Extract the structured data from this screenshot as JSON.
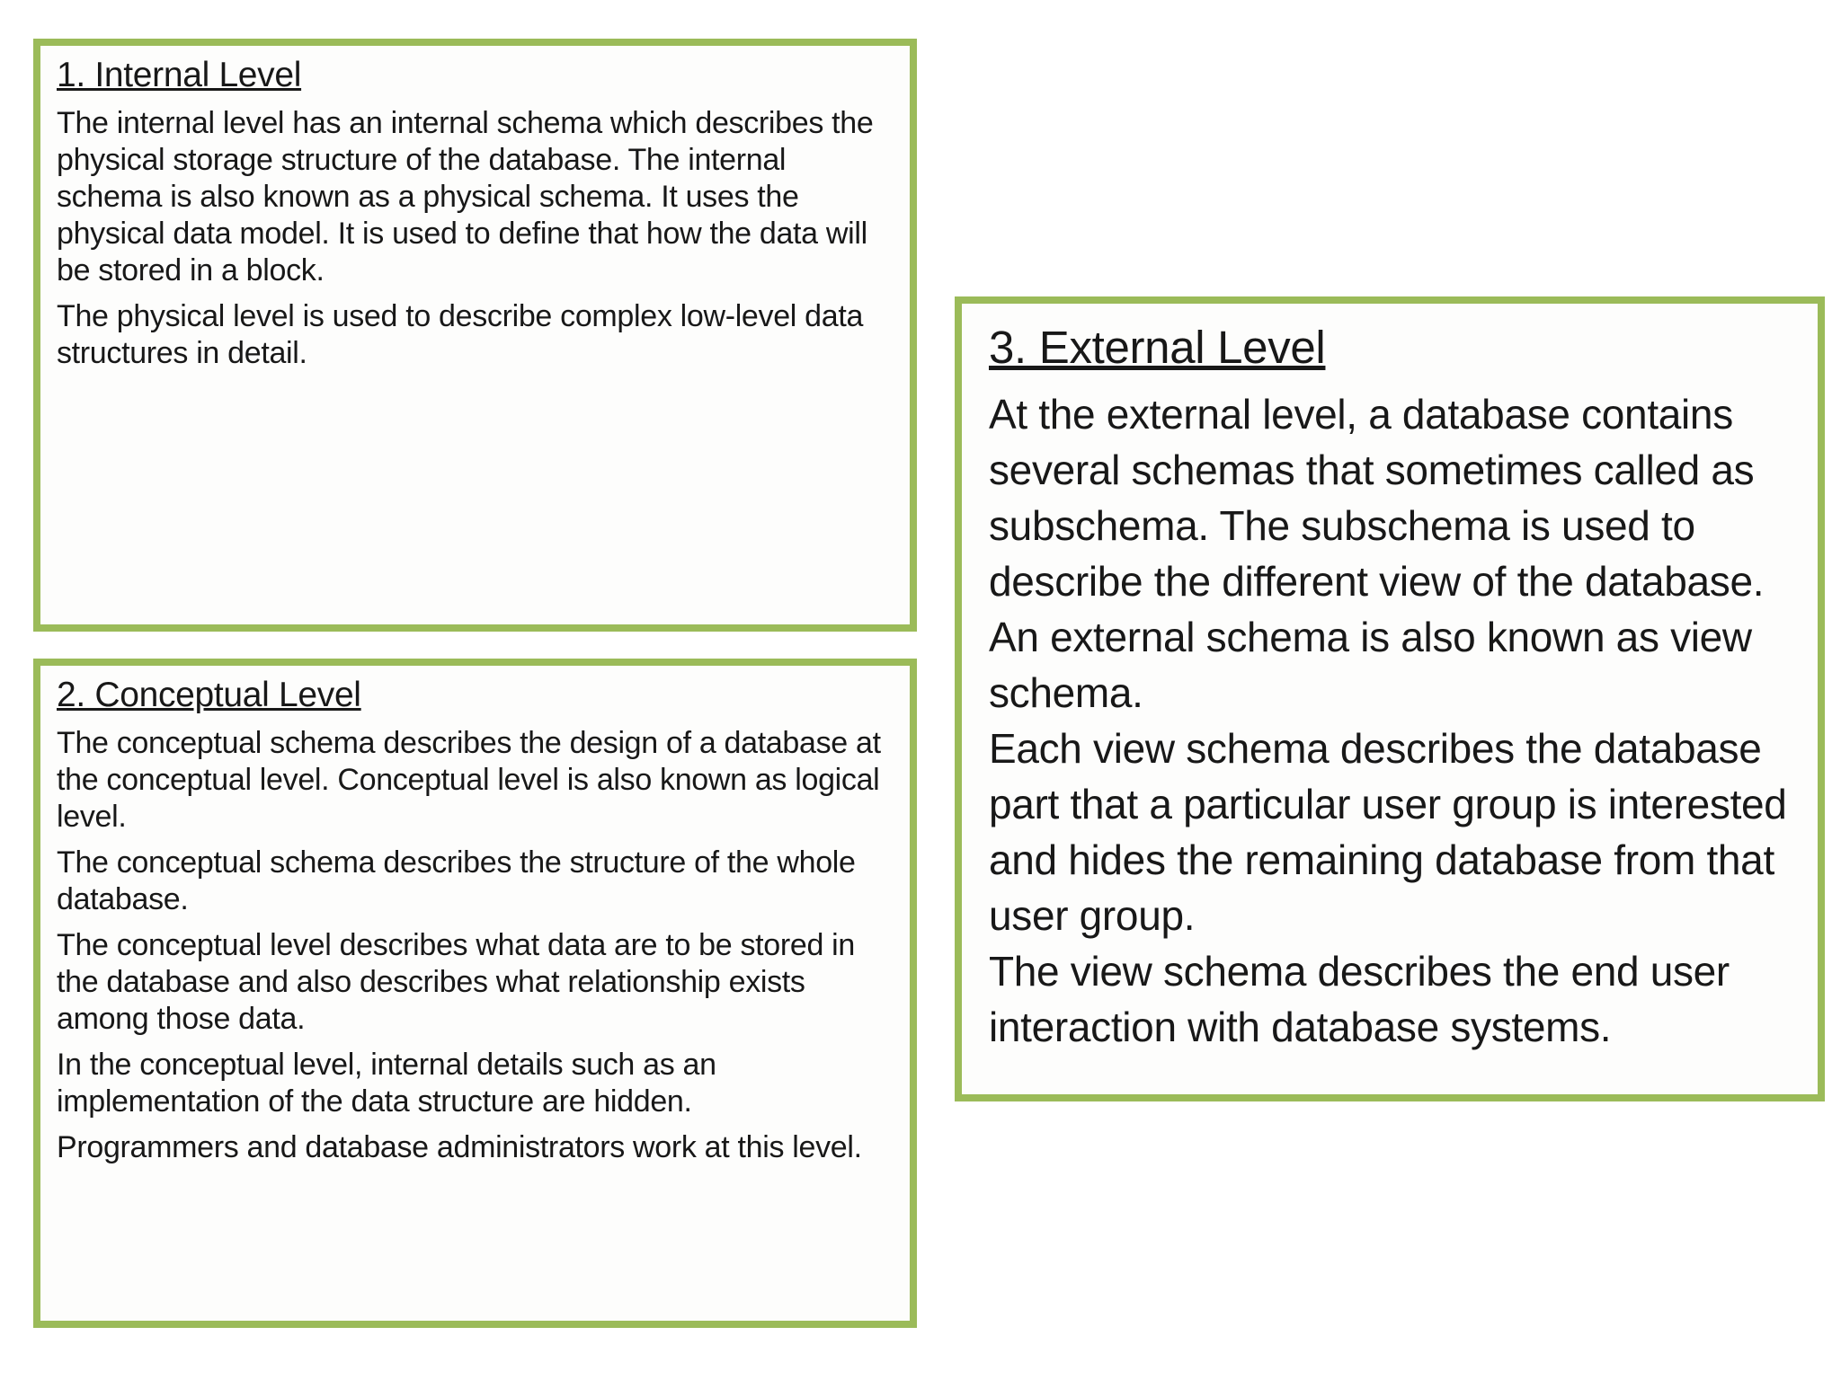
{
  "page": {
    "background_color": "#ffffff",
    "panel_border_color": "#9bbb59",
    "text_color": "#181818"
  },
  "boxes": [
    {
      "heading": "1. Internal Level",
      "paragraphs": [
        "The internal level has an internal schema which describes the physical storage structure of the database. The internal schema is also known as a physical schema. It uses the physical data model. It is used to define that how the data will be stored in a block.",
        "The physical level is used to describe complex low-level data structures in detail."
      ]
    },
    {
      "heading": "2. Conceptual Level",
      "paragraphs": [
        "The conceptual schema describes the design of a database at the conceptual level. Conceptual level is also known as logical level.",
        "The conceptual schema describes the structure of the whole database.",
        "The conceptual level describes what data are to be stored in the database and also describes what relationship exists among those data.",
        "In the conceptual level, internal details such as an implementation of the data structure are hidden.",
        "Programmers and database administrators work at this level."
      ]
    },
    {
      "heading": "3. External Level",
      "paragraphs": [
        "At the external level, a database contains several schemas that sometimes called as subschema. The subschema is used to describe the different view of the database. An external schema is also known as view schema.",
        "Each view schema describes the database part that a particular user group is interested and hides the remaining database from that user group.",
        "The view schema describes the end user interaction with database systems."
      ]
    }
  ]
}
